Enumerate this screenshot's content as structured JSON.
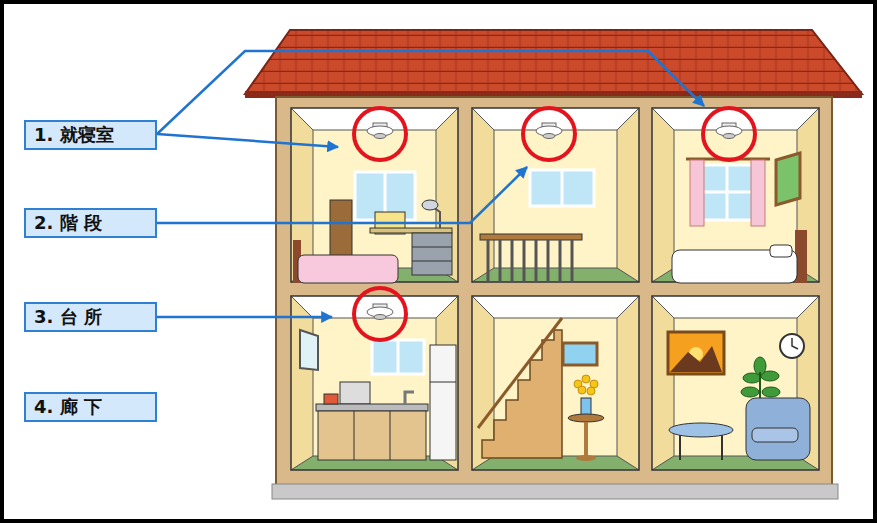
{
  "diagram": {
    "nodes": [
      {
        "text": [
          "1. 就寝室"
        ]
      },
      {
        "text": [
          "2. 階 段"
        ]
      },
      {
        "text": [
          "3. 台 所"
        ]
      },
      {
        "text": [
          "4. 廊 下"
        ]
      }
    ]
  }
}
